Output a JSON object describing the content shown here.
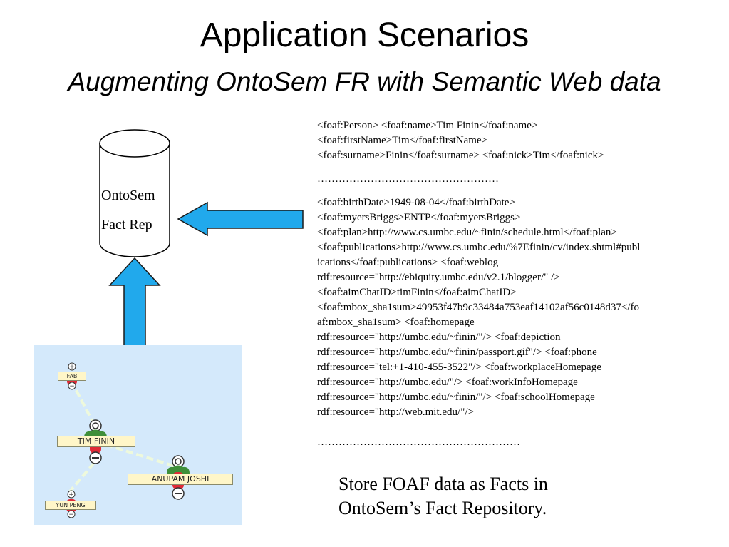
{
  "title": "Application Scenarios",
  "subtitle": "Augmenting OntoSem FR with Semantic Web data",
  "repository": {
    "line1": "OntoSem",
    "line2": "Fact Rep"
  },
  "foaf_block1": [
    "<foaf:Person> <foaf:name>Tim Finin</foaf:name>",
    "<foaf:firstName>Tim</foaf:firstName>",
    "<foaf:surname>Finin</foaf:surname> <foaf:nick>Tim</foaf:nick>"
  ],
  "ellipsis1": "……………………………………………",
  "foaf_block2": [
    "<foaf:birthDate>1949-08-04</foaf:birthDate>",
    "<foaf:myersBriggs>ENTP</foaf:myersBriggs>",
    "<foaf:plan>http://www.cs.umbc.edu/~finin/schedule.html</foaf:plan>",
    "<foaf:publications>http://www.cs.umbc.edu/%7Efinin/cv/index.shtml#publ",
    "ications</foaf:publications> <foaf:weblog",
    "rdf:resource=\"http://ebiquity.umbc.edu/v2.1/blogger/\" />",
    "<foaf:aimChatID>timFinin</foaf:aimChatID>",
    "<foaf:mbox_sha1sum>49953f47b9c33484a753eaf14102af56c0148d37</fo",
    "af:mbox_sha1sum> <foaf:homepage",
    "rdf:resource=\"http://umbc.edu/~finin/\"/> <foaf:depiction",
    "rdf:resource=\"http://umbc.edu/~finin/passport.gif\"/> <foaf:phone",
    "rdf:resource=\"tel:+1-410-455-3522\"/> <foaf:workplaceHomepage",
    "rdf:resource=\"http://umbc.edu/\"/> <foaf:workInfoHomepage",
    "rdf:resource=\"http://umbc.edu/~finin/\"/> <foaf:schoolHomepage",
    "rdf:resource=\"http://web.mit.edu/\"/>"
  ],
  "ellipsis2": "…………………………………………………",
  "caption_line1": "Store FOAF data as Facts in",
  "caption_line2": "OntoSem’s Fact Repository.",
  "graph": {
    "nodes": [
      {
        "label": "FAB"
      },
      {
        "label": "TIM FININ"
      },
      {
        "label": "ANUPAM JOSHI"
      },
      {
        "label": "YUN PENG"
      }
    ]
  },
  "colors": {
    "arrow_fill": "#21a9ec",
    "arrow_stroke": "#1a1a1a",
    "graph_bg": "#d4e9fb",
    "node_red": "#e02a36",
    "node_green": "#3f8f3a",
    "edge_color": "#eef9dc"
  }
}
